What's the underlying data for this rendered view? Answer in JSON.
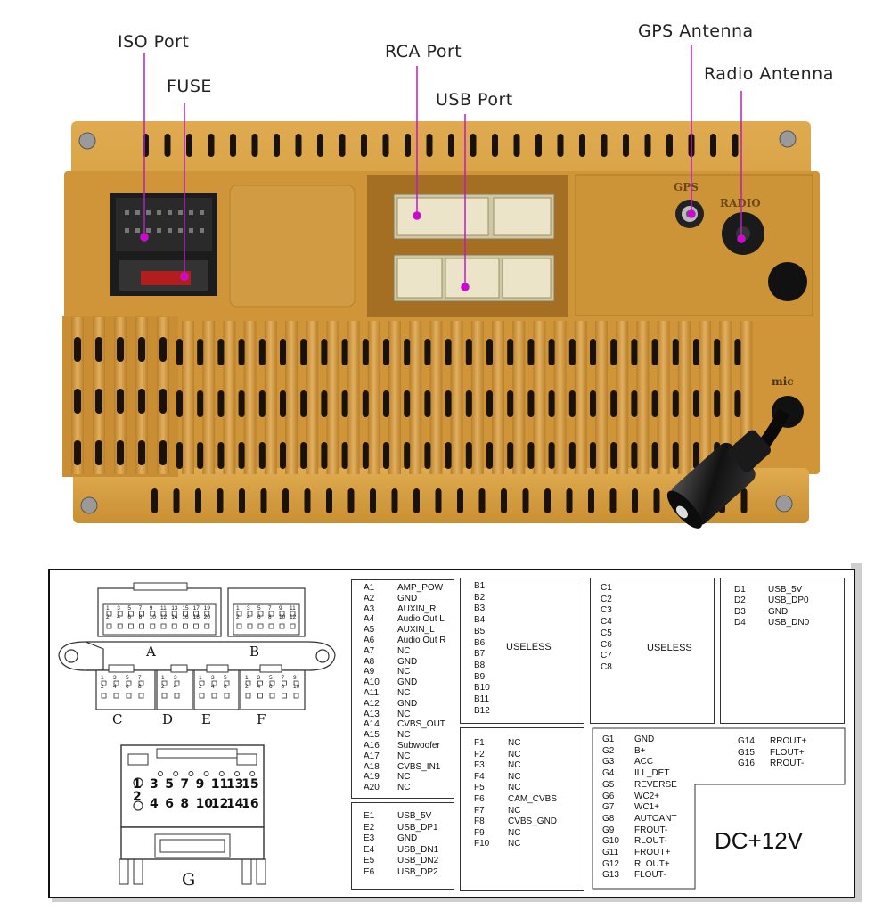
{
  "labels": {
    "iso_port": "ISO Port",
    "fuse": "FUSE",
    "rca_port": "RCA Port",
    "usb_port": "USB Port",
    "gps_antenna": "GPS Antenna",
    "radio_antenna": "Radio Antenna"
  },
  "panel_marks": {
    "gps": "GPS",
    "radio": "RADIO",
    "mic": "mic"
  },
  "colors": {
    "chassis": "#d49a3c",
    "callout_line": "#c018c8",
    "callout_dot": "#d400d4"
  },
  "connectors": {
    "A": "A",
    "B": "B",
    "C": "C",
    "D": "D",
    "E": "E",
    "F": "F",
    "G": "G"
  },
  "connector_pins": {
    "A_top": [
      "1",
      "3",
      "5",
      "7",
      "9",
      "11",
      "13",
      "15",
      "17",
      "19"
    ],
    "A_bottom": [
      "2",
      "4",
      "6",
      "8",
      "10",
      "12",
      "14",
      "16",
      "18",
      "20"
    ],
    "B_top": [
      "1",
      "3",
      "5",
      "7",
      "9",
      "11"
    ],
    "B_bottom": [
      "2",
      "4",
      "6",
      "8",
      "10",
      "12"
    ],
    "C_top": [
      "1",
      "3",
      "5",
      "7"
    ],
    "C_bottom": [
      "2",
      "4",
      "6",
      "8"
    ],
    "D_top": [
      "1",
      "3"
    ],
    "D_bottom": [
      "2",
      "4"
    ],
    "E_top": [
      "1",
      "3",
      "5"
    ],
    "E_bottom": [
      "2",
      "4",
      "6"
    ],
    "F_top": [
      "1",
      "3",
      "5",
      "7",
      "9"
    ],
    "F_bottom": [
      "2",
      "4",
      "6",
      "8",
      "10"
    ],
    "G_top": [
      "1",
      "3",
      "5",
      "7",
      "9",
      "11",
      "13",
      "15"
    ],
    "G_bottom": [
      "2",
      "4",
      "6",
      "8",
      "10",
      "12",
      "14",
      "16"
    ]
  },
  "pinout": {
    "A": [
      [
        "A1",
        "AMP_POW"
      ],
      [
        "A2",
        "GND"
      ],
      [
        "A3",
        "AUXIN_R"
      ],
      [
        "A4",
        "Audio Out L"
      ],
      [
        "A5",
        "AUXIN_L"
      ],
      [
        "A6",
        "Audio Out R"
      ],
      [
        "A7",
        "NC"
      ],
      [
        "A8",
        "GND"
      ],
      [
        "A9",
        "NC"
      ],
      [
        "A10",
        "GND"
      ],
      [
        "A11",
        "NC"
      ],
      [
        "A12",
        "GND"
      ],
      [
        "A13",
        "NC"
      ],
      [
        "A14",
        "CVBS_OUT"
      ],
      [
        "A15",
        "NC"
      ],
      [
        "A16",
        "Subwoofer"
      ],
      [
        "A17",
        "NC"
      ],
      [
        "A18",
        "CVBS_IN1"
      ],
      [
        "A19",
        "NC"
      ],
      [
        "A20",
        "NC"
      ]
    ],
    "B": [
      "B1",
      "B2",
      "B3",
      "B4",
      "B5",
      "B6",
      "B7",
      "B8",
      "B9",
      "B10",
      "B11",
      "B12"
    ],
    "B_note": "USELESS",
    "C": [
      "C1",
      "C2",
      "C3",
      "C4",
      "C5",
      "C6",
      "C7",
      "C8"
    ],
    "C_note": "USELESS",
    "D": [
      [
        "D1",
        "USB_5V"
      ],
      [
        "D2",
        "USB_DP0"
      ],
      [
        "D3",
        "GND"
      ],
      [
        "D4",
        "USB_DN0"
      ]
    ],
    "E": [
      [
        "E1",
        "USB_5V"
      ],
      [
        "E2",
        "USB_DP1"
      ],
      [
        "E3",
        "GND"
      ],
      [
        "E4",
        "USB_DN1"
      ],
      [
        "E5",
        "USB_DN2"
      ],
      [
        "E6",
        "USB_DP2"
      ]
    ],
    "F": [
      [
        "F1",
        "NC"
      ],
      [
        "F2",
        "NC"
      ],
      [
        "F3",
        "NC"
      ],
      [
        "F4",
        "NC"
      ],
      [
        "F5",
        "NC"
      ],
      [
        "F6",
        "CAM_CVBS"
      ],
      [
        "F7",
        "NC"
      ],
      [
        "F8",
        "CVBS_GND"
      ],
      [
        "F9",
        "NC"
      ],
      [
        "F10",
        "NC"
      ]
    ],
    "G_left": [
      [
        "G1",
        "GND"
      ],
      [
        "G2",
        "B+"
      ],
      [
        "G3",
        "ACC"
      ],
      [
        "G4",
        "ILL_DET"
      ],
      [
        "G5",
        "REVERSE"
      ],
      [
        "G6",
        "WC2+"
      ],
      [
        "G7",
        "WC1+"
      ],
      [
        "G8",
        "AUTOANT"
      ],
      [
        "G9",
        "FROUT-"
      ],
      [
        "G10",
        "RLOUT-"
      ],
      [
        "G11",
        "FROUT+"
      ],
      [
        "G12",
        "RLOUT+"
      ],
      [
        "G13",
        "FLOUT-"
      ]
    ],
    "G_right": [
      [
        "G14",
        "RROUT+"
      ],
      [
        "G15",
        "FLOUT+"
      ],
      [
        "G16",
        "RROUT-"
      ]
    ],
    "dc_label": "DC+12V"
  }
}
